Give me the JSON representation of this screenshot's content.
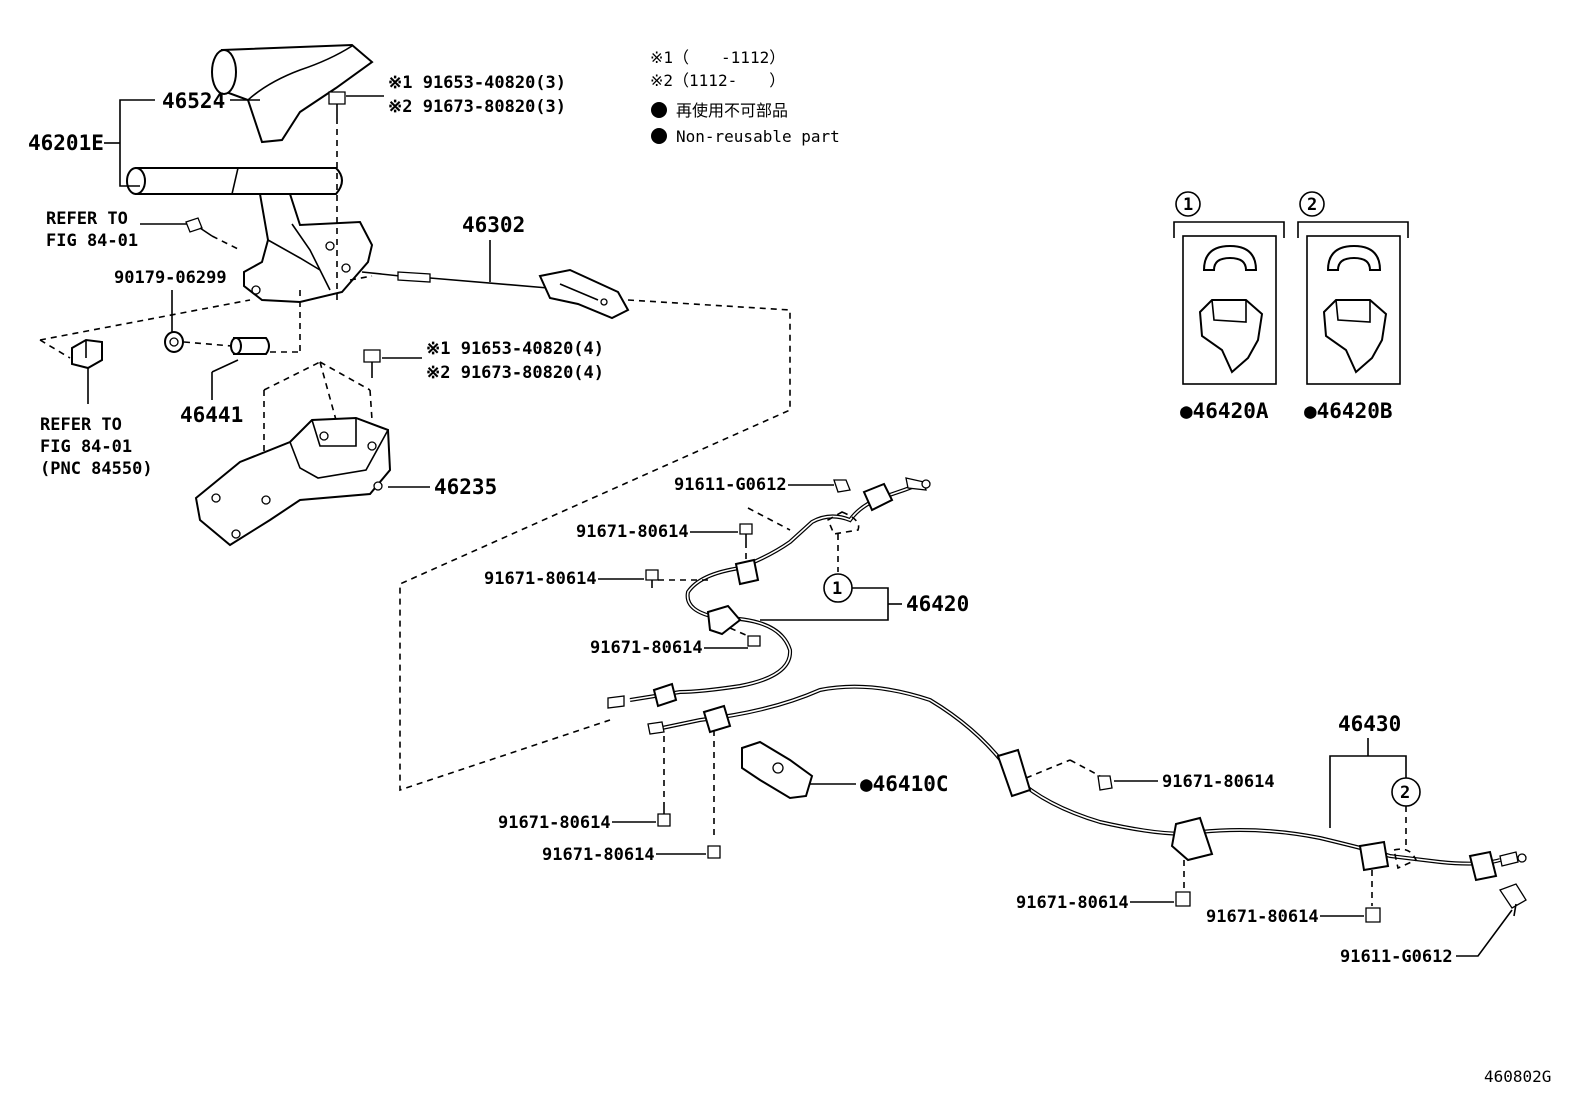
{
  "notes": {
    "n1": "※1（　　-1112）",
    "n2": "※2（1112-　　）",
    "jp": "再使用不可部品",
    "en": "Non-reusable part"
  },
  "parts": {
    "p46524": "46524",
    "p46201E": "46201E",
    "p46302": "46302",
    "p90179": "90179-06299",
    "p46441": "46441",
    "p46235": "46235",
    "p46420": "46420",
    "p46420A": "●46420A",
    "p46420B": "●46420B",
    "p46410C": "●46410C",
    "p46430": "46430",
    "b_top1": "※1 91653-40820(3)",
    "b_top2": "※2 91673-80820(3)",
    "b_mid1": "※1 91653-40820(4)",
    "b_mid2": "※2 91673-80820(4)",
    "g0612a": "91611-G0612",
    "g0612b": "91611-G0612",
    "c1": "91671-80614",
    "c2": "91671-80614",
    "c3": "91671-80614",
    "c4": "91671-80614",
    "c5": "91671-80614",
    "c6": "91671-80614",
    "c7": "91671-80614",
    "c8": "91671-80614"
  },
  "refs": {
    "r1a": "REFER TO",
    "r1b": "FIG 84-01",
    "r2a": "REFER TO",
    "r2b": "FIG 84-01",
    "r2c": "(PNC 84550)"
  },
  "markers": {
    "m1": "1",
    "m2": "2",
    "m3": "1",
    "m4": "2"
  },
  "figure_id": "460802G"
}
